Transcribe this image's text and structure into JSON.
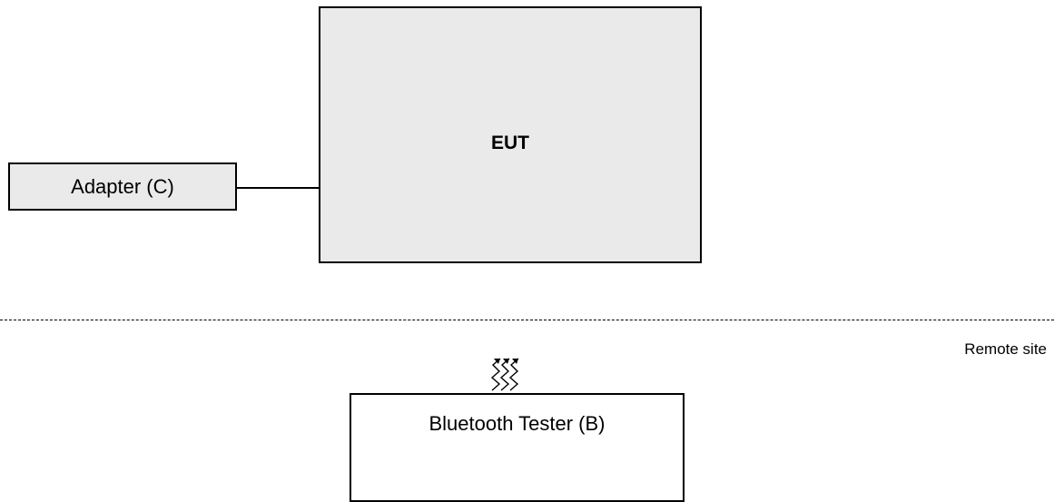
{
  "eut": {
    "label": "EUT"
  },
  "adapter": {
    "label": "Adapter (C)"
  },
  "remote": {
    "label": "Remote site"
  },
  "tester": {
    "label": "Bluetooth Tester (B)"
  },
  "icons": {
    "wireless": "wireless-signal-icon"
  },
  "colors": {
    "box_fill": "#eaeaea",
    "line": "#000000",
    "background": "#ffffff"
  }
}
